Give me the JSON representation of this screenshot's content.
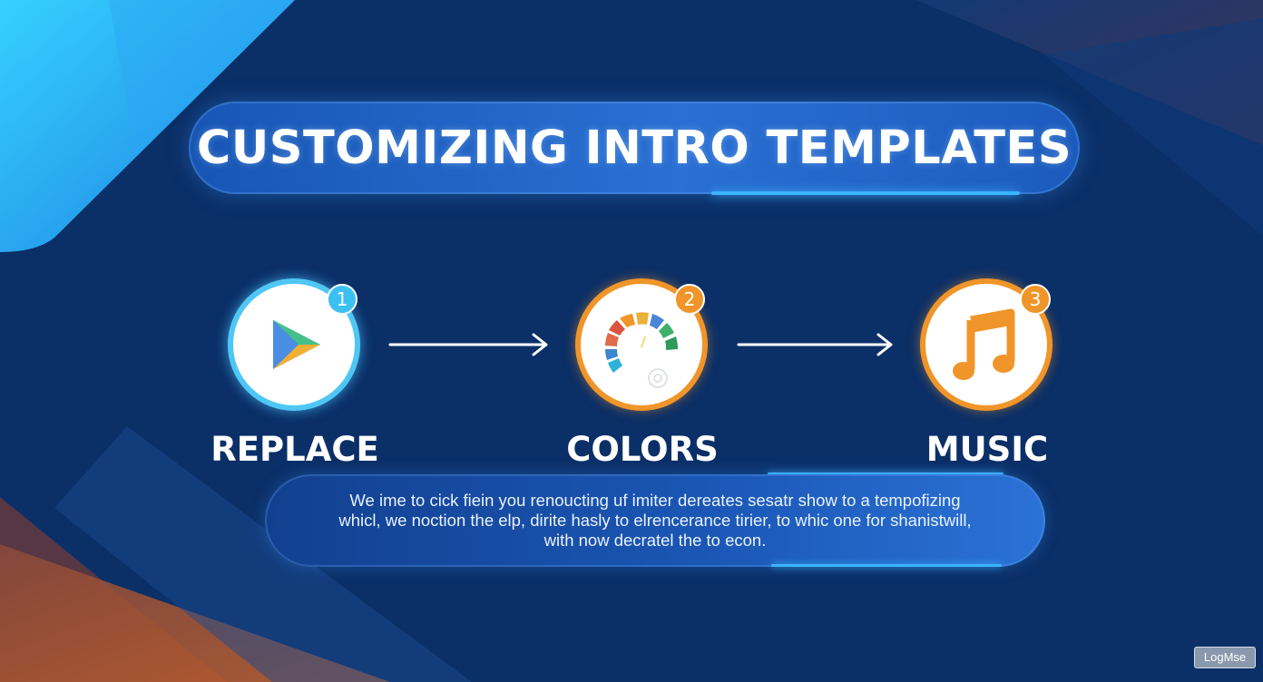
{
  "title": "CUSTOMIZING INTRO TEMPLATES",
  "steps": [
    {
      "number": "1",
      "label": "REPLACE",
      "icon": "play-icon",
      "color": "#4fc7f5"
    },
    {
      "number": "2",
      "label": "COLORS",
      "icon": "color-palette-icon",
      "color": "#f0952a"
    },
    {
      "number": "3",
      "label": "MUSIC",
      "icon": "music-note-icon",
      "color": "#f0952a"
    }
  ],
  "description": {
    "lines": [
      "We ime to cick fiein you renoucting uf imiter dereates sesatr show to a tempofizing",
      "whicl, we noction the elp, dirite hasly to elrencerance tirier, to whic one for shanistwill,",
      "with now decratel the to econ."
    ]
  },
  "watermark": "LogMse",
  "colors": {
    "background": "#0b2f67",
    "accent_blue": "#3ab4ff",
    "accent_orange": "#f0952a"
  }
}
